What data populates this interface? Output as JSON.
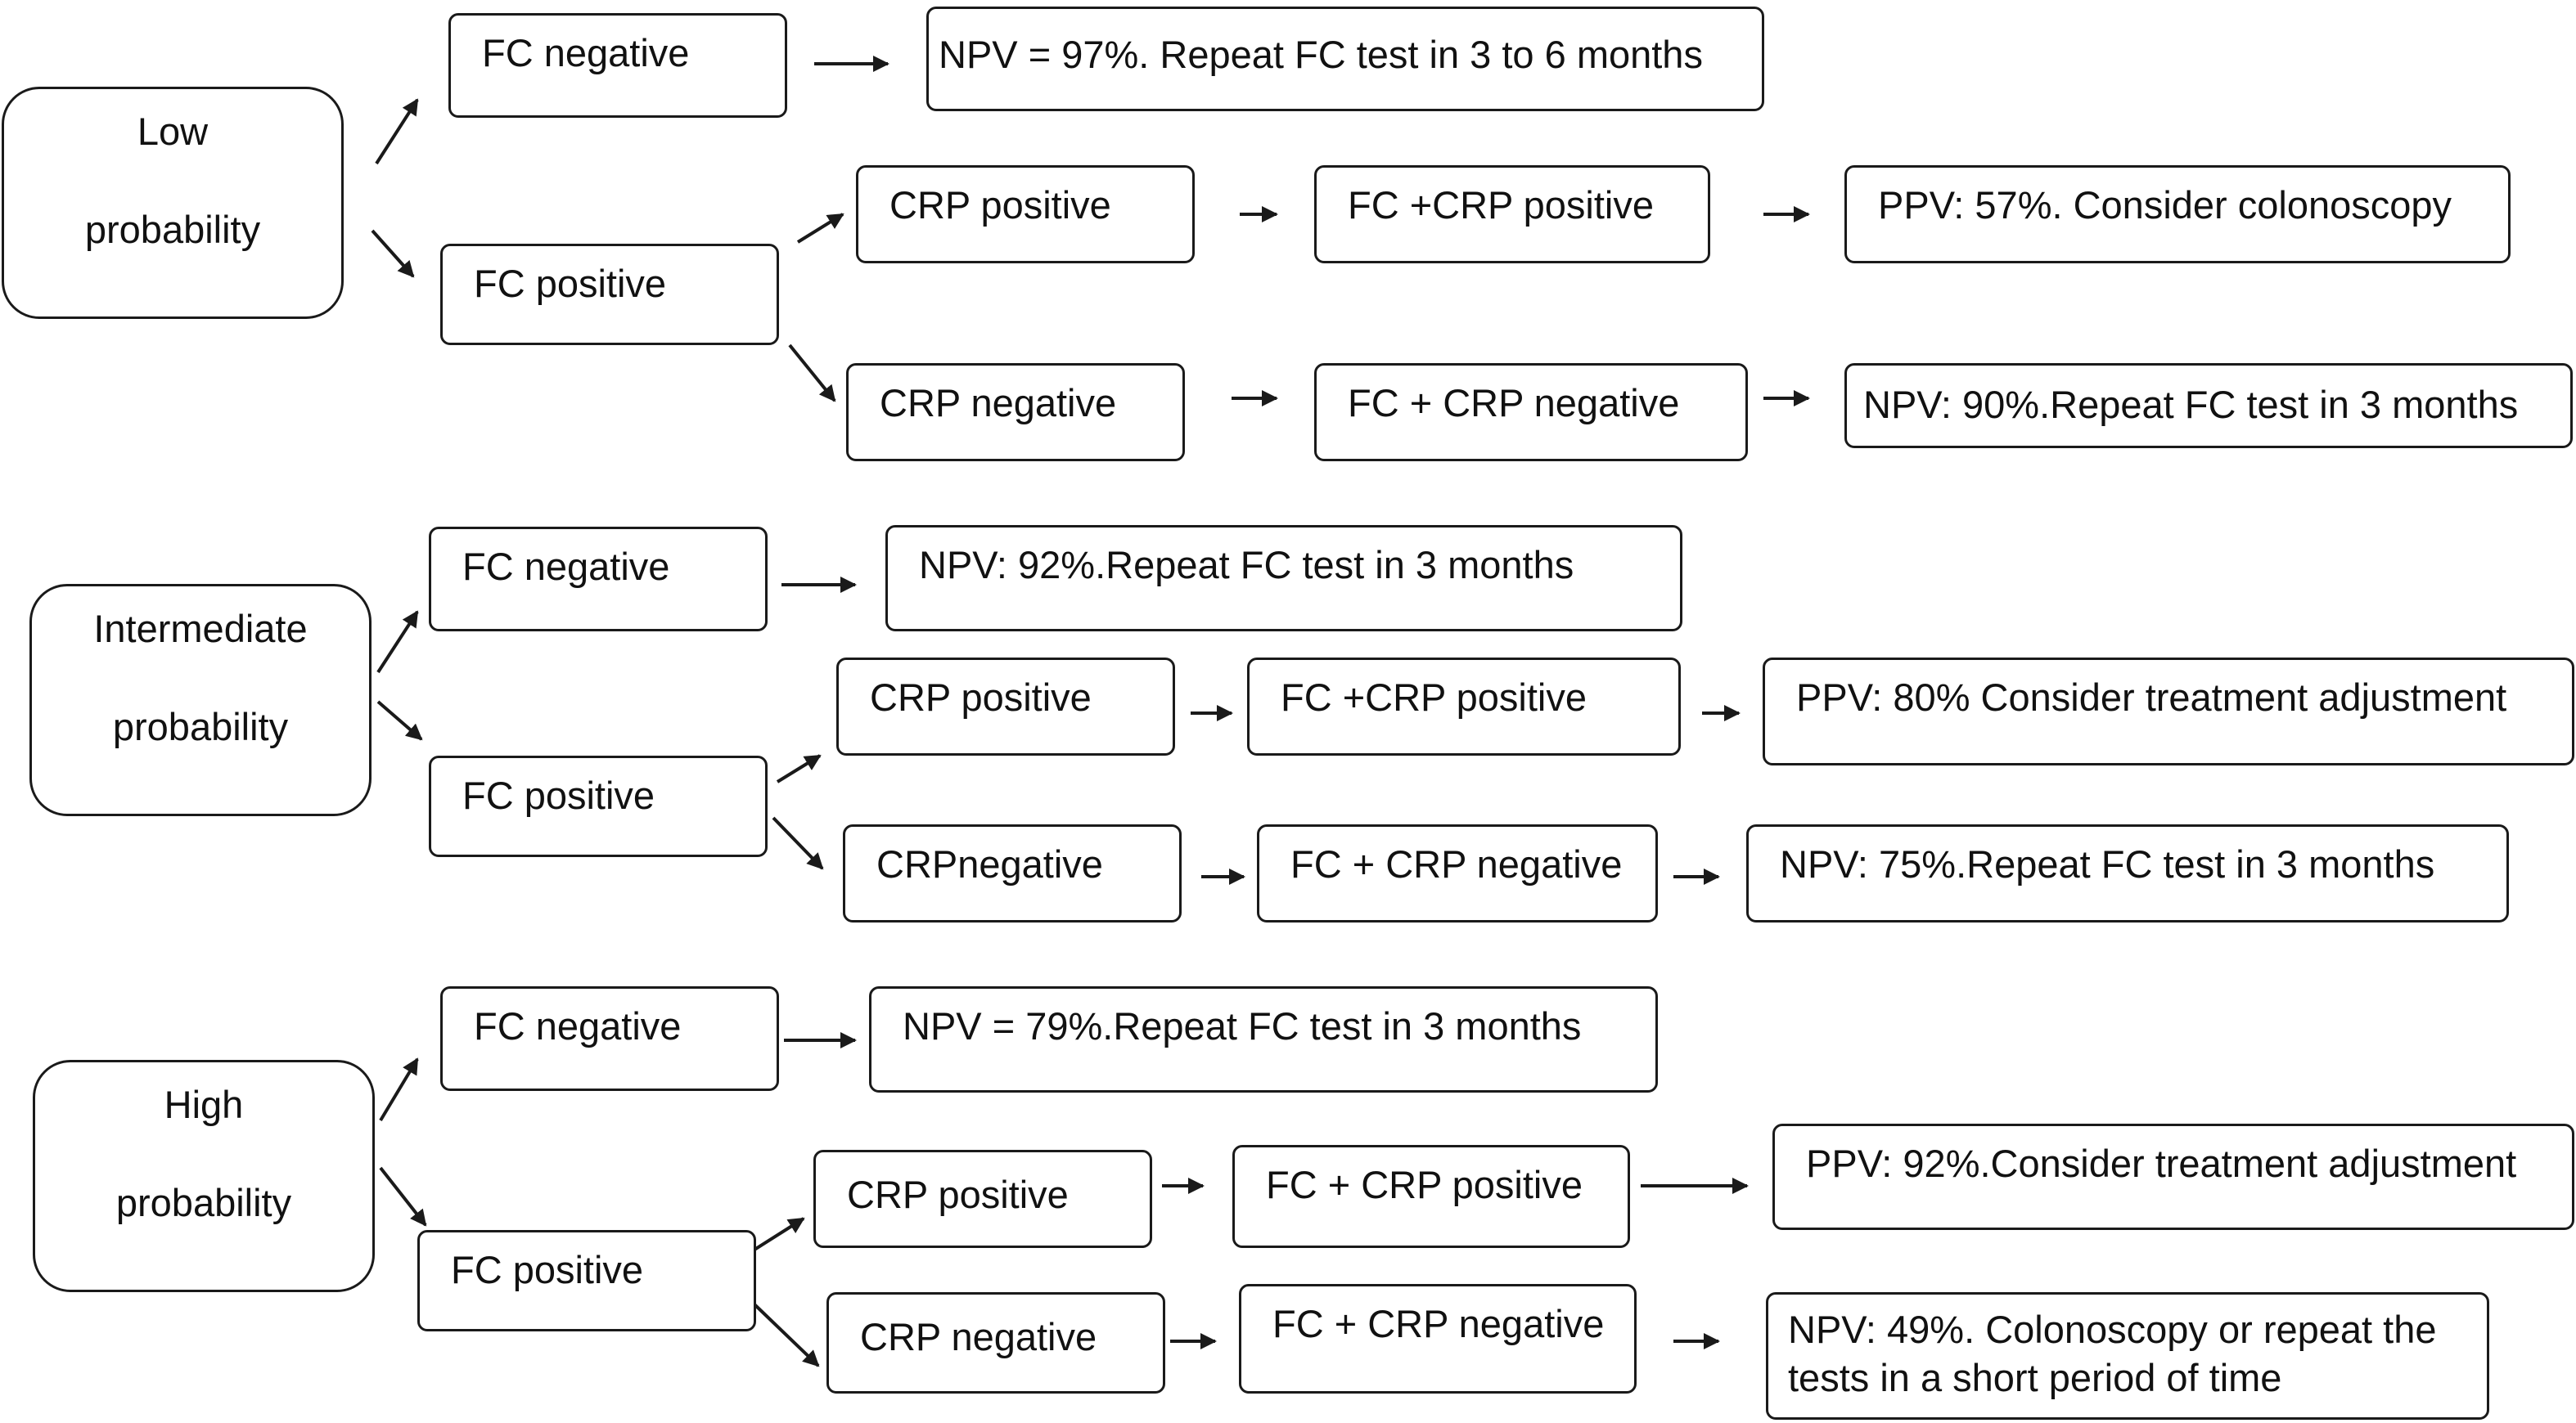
{
  "diagram": {
    "groups": [
      {
        "category": [
          "Low",
          "probability"
        ],
        "fc_negative": "FC negative",
        "fc_negative_result": "NPV = 97%. Repeat FC test in 3 to 6 months",
        "fc_positive": "FC positive",
        "crp_positive": "CRP positive",
        "combo_positive": "FC +CRP positive",
        "combo_positive_result": "PPV: 57%. Consider colonoscopy",
        "crp_negative": "CRP negative",
        "combo_negative": "FC + CRP negative",
        "combo_negative_result": "NPV: 90%.Repeat FC test in 3 months"
      },
      {
        "category": [
          "Intermediate",
          "probability"
        ],
        "fc_negative": "FC negative",
        "fc_negative_result": "NPV: 92%.Repeat FC test in 3 months",
        "fc_positive": "FC positive",
        "crp_positive": "CRP positive",
        "combo_positive": "FC +CRP positive",
        "combo_positive_result": "PPV: 80% Consider treatment adjustment",
        "crp_negative": "CRPnegative",
        "combo_negative": "FC + CRP negative",
        "combo_negative_result": "NPV: 75%.Repeat FC test in 3 months"
      },
      {
        "category": [
          "High",
          "probability"
        ],
        "fc_negative": "FC negative",
        "fc_negative_result": "NPV = 79%.Repeat FC test in 3 months",
        "fc_positive": "FC positive",
        "crp_positive": "CRP positive",
        "combo_positive": "FC + CRP positive",
        "combo_positive_result": "PPV: 92%.Consider treatment adjustment",
        "crp_negative": "CRP negative",
        "combo_negative": "FC + CRP negative",
        "combo_negative_result": "NPV: 49%. Colonoscopy or repeat the tests in a short period of time"
      }
    ],
    "colors": {
      "stroke": "#1a1a1a",
      "background": "#ffffff"
    }
  }
}
